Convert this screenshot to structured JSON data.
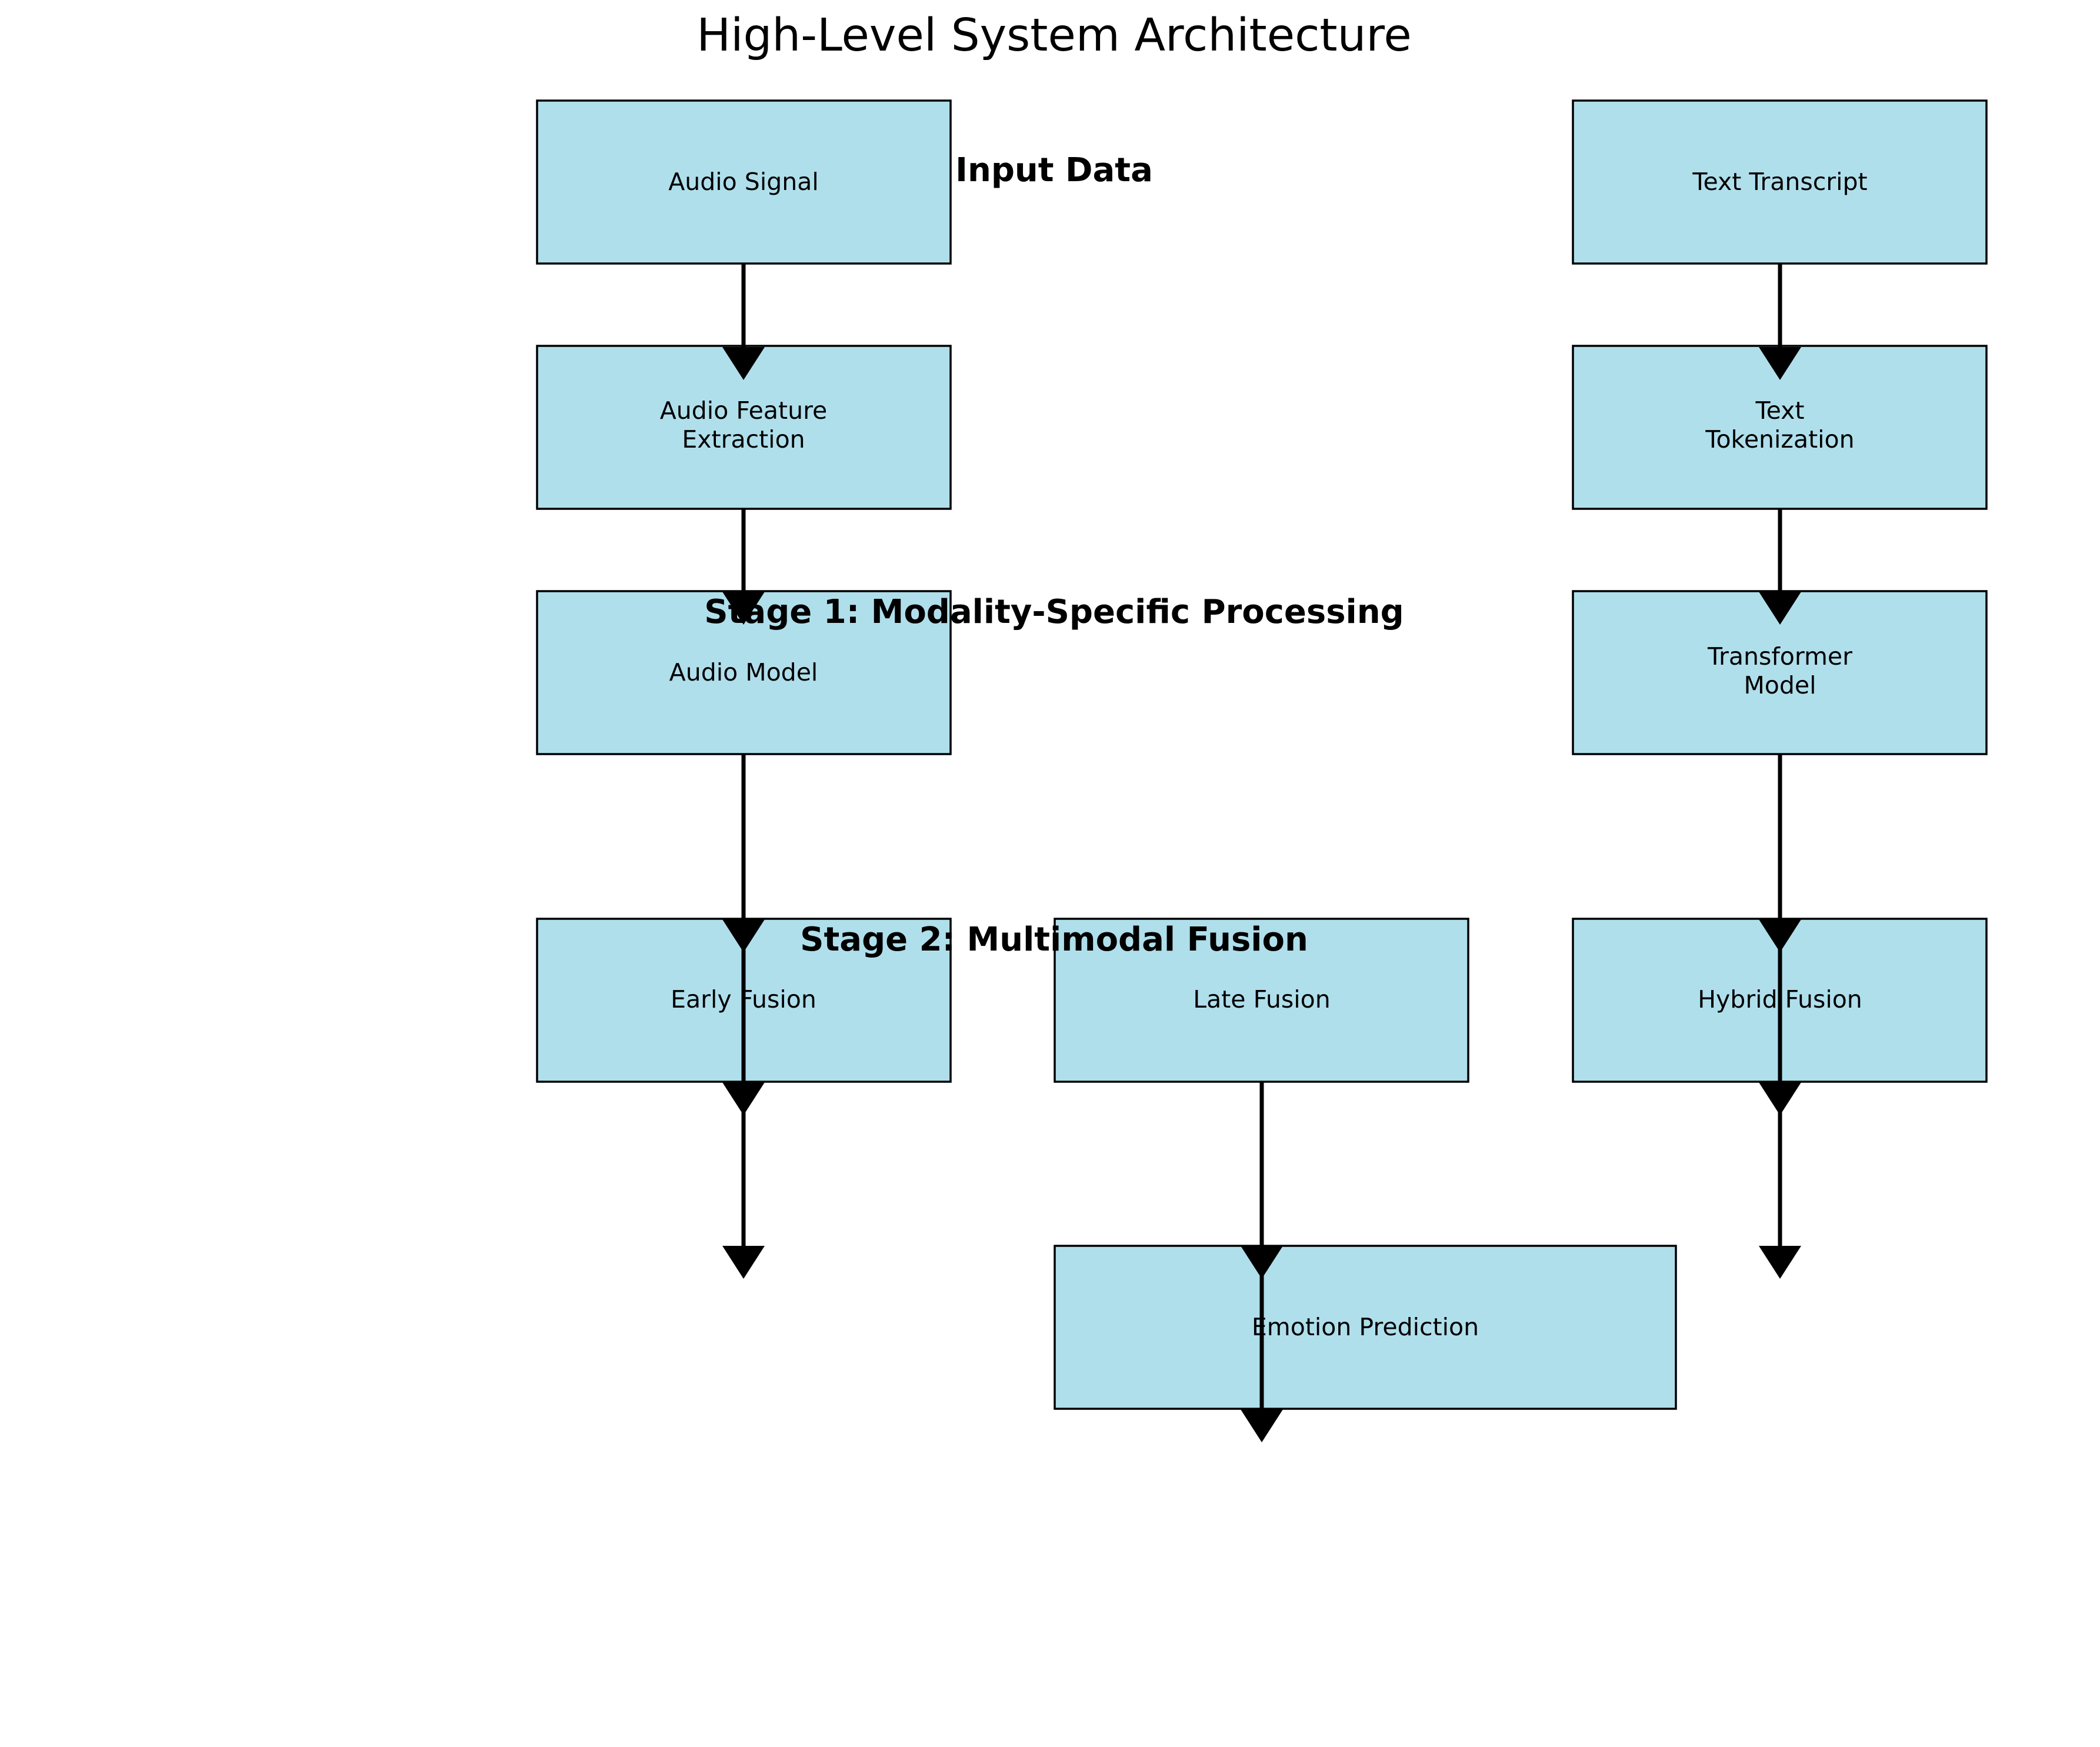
{
  "title": "High-Level System Architecture",
  "colors": {
    "box_fill": "#b0dfec",
    "box_stroke": "#000000",
    "arrow": "#000000"
  },
  "stages": {
    "input": "Input Data",
    "stage1": "Stage 1: Modality-Specific Processing",
    "stage2": "Stage 2: Multimodal Fusion"
  },
  "nodes": {
    "audio_signal": [
      "Audio Signal"
    ],
    "text_transcript": [
      "Text Transcript"
    ],
    "audio_feature_extraction": [
      "Audio Feature",
      "Extraction"
    ],
    "text_tokenization": [
      "Text",
      "Tokenization"
    ],
    "audio_model": [
      "Audio Model"
    ],
    "transformer_model": [
      "Transformer",
      "Model"
    ],
    "early_fusion": [
      "Early Fusion"
    ],
    "late_fusion": [
      "Late Fusion"
    ],
    "hybrid_fusion": [
      "Hybrid Fusion"
    ],
    "emotion_prediction": [
      "Emotion Prediction"
    ]
  }
}
